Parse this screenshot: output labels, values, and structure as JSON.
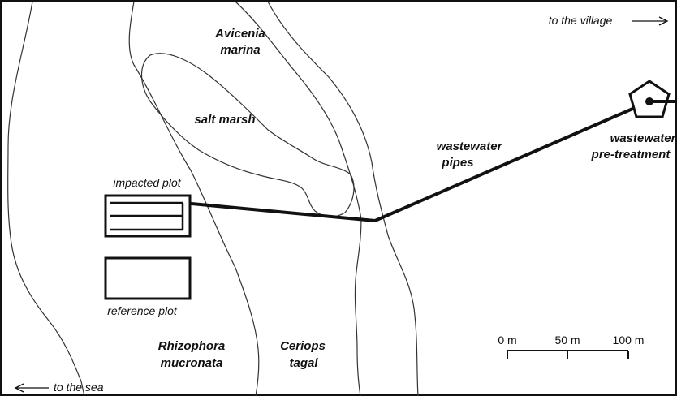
{
  "labels": {
    "avicenia_line1": "Avicenia",
    "avicenia_line2": "marina",
    "salt_marsh": "salt marsh",
    "pipes_line1": "wastewater",
    "pipes_line2": "pipes",
    "pretreat_line1": "wastewater",
    "pretreat_line2": "pre-treatment",
    "impacted_plot": "impacted plot",
    "reference_plot": "reference plot",
    "rhizophora_line1": "Rhizophora",
    "rhizophora_line2": "mucronata",
    "ceriops_line1": "Ceriops",
    "ceriops_line2": "tagal",
    "to_village": "to the village",
    "to_sea": "to the sea"
  },
  "scale_bar": {
    "tick_0": "0 m",
    "tick_1": "50 m",
    "tick_2": "100 m"
  },
  "colors": {
    "line": "#111111",
    "contour": "#333333",
    "background": "#ffffff"
  },
  "icons": {
    "pretreatment": "pentagon-icon",
    "arrow_village": "arrow-right-icon",
    "arrow_sea": "arrow-left-icon"
  }
}
